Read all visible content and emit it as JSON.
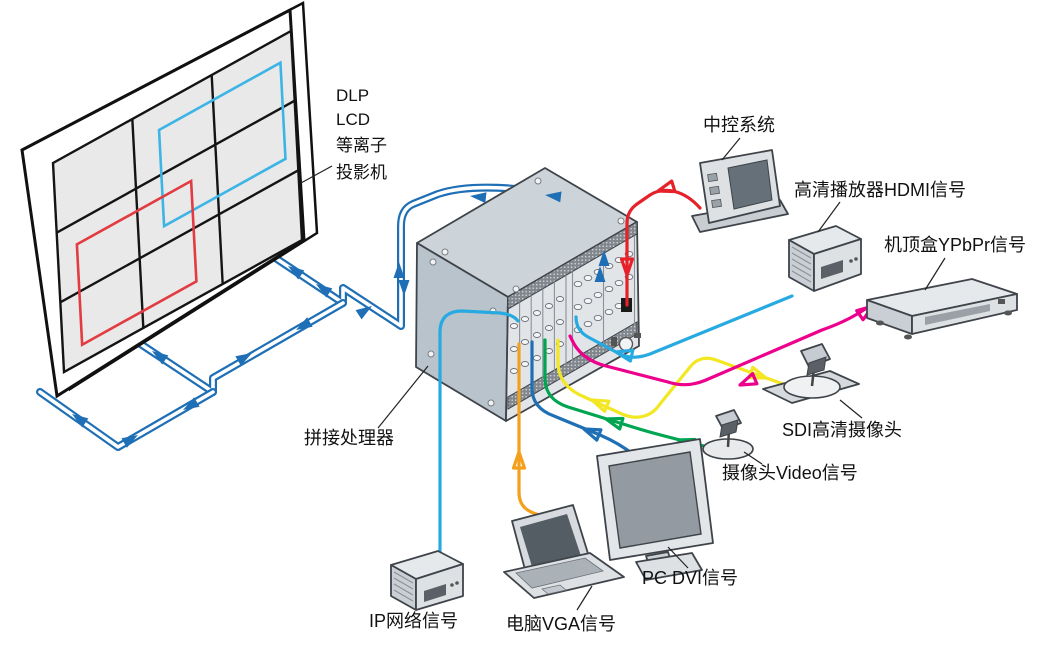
{
  "diagram": {
    "background": "#ffffff",
    "labels": {
      "wall_line1": "DLP",
      "wall_line2": "LCD",
      "wall_line3": "等离子",
      "wall_line4": "投影机",
      "processor": "拼接处理器",
      "control": "中控系统",
      "hdmi": "高清播放器HDMI信号",
      "stb": "机顶盒YPbPr信号",
      "sdi": "SDI高清摄像头",
      "video": "摄像头Video信号",
      "pc": "PC DVI信号",
      "laptop": "电脑VGA信号",
      "ip": "IP网络信号"
    },
    "signals": {
      "wall_bus": {
        "color": "#1e6fb5"
      },
      "control": {
        "color": "#e62129"
      },
      "hdmi": {
        "color": "#27aae1"
      },
      "ypbpr": {
        "color": "#ec008c"
      },
      "sdi": {
        "color": "#f2e722"
      },
      "video": {
        "color": "#00a551"
      },
      "dvi": {
        "color": "#1e6fb5"
      },
      "vga": {
        "color": "#f4a01d"
      },
      "ip": {
        "color": "#27aae1"
      }
    },
    "wall_windows": {
      "blue": "#3cb4e5",
      "red": "#e23b41"
    }
  }
}
